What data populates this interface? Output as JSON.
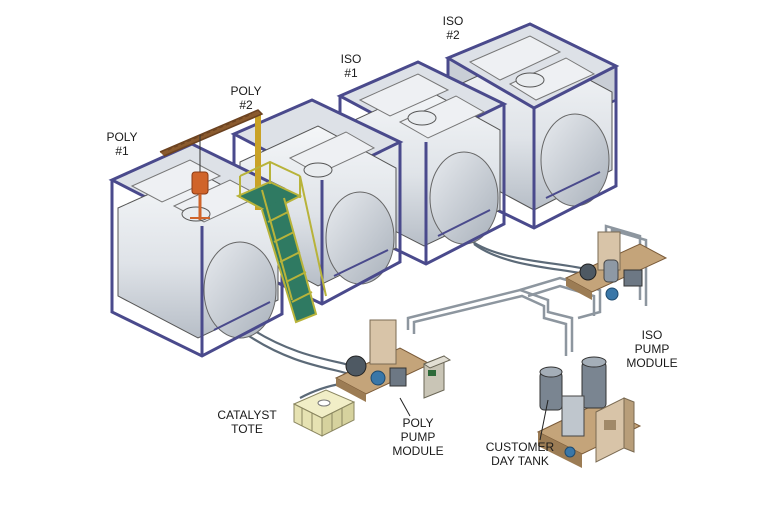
{
  "tanks": {
    "poly1": {
      "line1": "POLY",
      "line2": "#1"
    },
    "poly2": {
      "line1": "POLY",
      "line2": "#2"
    },
    "iso1": {
      "line1": "ISO",
      "line2": "#1"
    },
    "iso2": {
      "line1": "ISO",
      "line2": "#2"
    }
  },
  "modules": {
    "iso_pump": {
      "line1": "ISO",
      "line2": "PUMP",
      "line3": "MODULE"
    },
    "poly_pump": {
      "line1": "POLY",
      "line2": "PUMP",
      "line3": "MODULE"
    },
    "catalyst": {
      "line1": "CATALYST",
      "line2": "TOTE"
    },
    "day_tank": {
      "line1": "CUSTOMER",
      "line2": "DAY TANK"
    }
  },
  "colors": {
    "frame": "#4a4a8c",
    "tank_body": "#d9dde3",
    "tank_shade": "#b8bec7",
    "stair": "#d8d56a",
    "crane": "#8a5a2e",
    "hoist": "#d0642a",
    "pipe": "#9aa3ad",
    "hose": "#5c6a78",
    "cabinet": "#d8c4a8",
    "tote": "#e9e6b4"
  }
}
